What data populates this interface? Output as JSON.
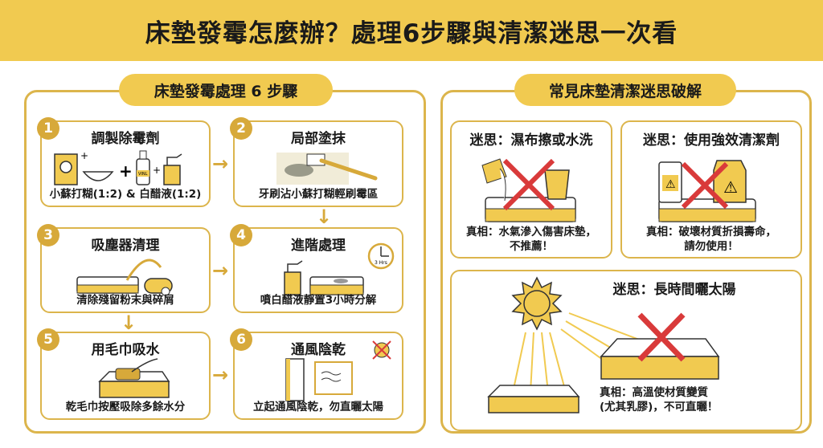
{
  "header": {
    "title": "床墊發霉怎麼辦？處理6步驟與清潔迷思一次看"
  },
  "steps_panel": {
    "label": "床墊發霉處理 6 步驟",
    "steps": [
      {
        "number": "1",
        "title": "調製除霉劑",
        "caption": "小蘇打糊(1:2) & 白醋液(1:2)",
        "bottle_label": "VINL"
      },
      {
        "number": "2",
        "title": "局部塗抹",
        "caption": "牙刷沾小蘇打糊輕刷霉區"
      },
      {
        "number": "3",
        "title": "吸塵器清理",
        "caption": "清除殘留粉末與碎屑"
      },
      {
        "number": "4",
        "title": "進階處理",
        "caption": "噴白醋液靜置3小時分解",
        "timer_label": "3 Hrs"
      },
      {
        "number": "5",
        "title": "用毛巾吸水",
        "caption": "乾毛巾按壓吸除多餘水分"
      },
      {
        "number": "6",
        "title": "通風陰乾",
        "caption": "立起通風陰乾，勿直曬太陽"
      }
    ]
  },
  "myths_panel": {
    "label": "常見床墊清潔迷思破解",
    "myths": [
      {
        "title": "迷思：濕布擦或水洗",
        "truth_line1": "真相：水氣滲入傷害床墊，",
        "truth_line2": "不推薦！"
      },
      {
        "title": "迷思：使用強效清潔劑",
        "truth_line1": "真相：破壞材質折損壽命，",
        "truth_line2": "請勿使用！"
      },
      {
        "title": "迷思：長時間曬太陽",
        "truth_line1": "真相：高溫使材質變質",
        "truth_line2": "(尤其乳膠)，不可直曬！"
      }
    ]
  },
  "colors": {
    "accent": "#f1ca50",
    "border": "#dcb54c",
    "badge": "#d7a93a",
    "cross": "#d93a3a"
  }
}
